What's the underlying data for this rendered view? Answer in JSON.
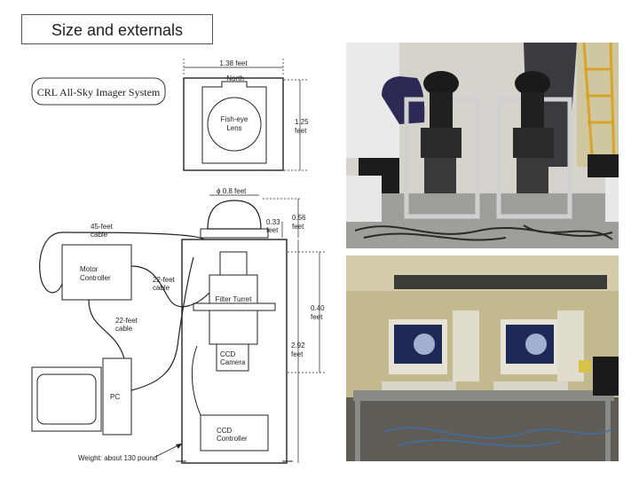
{
  "slide": {
    "title": "Size and externals"
  },
  "diagram": {
    "system_label": "CRL All-Sky Imager System",
    "north": "North",
    "width_top": "1.38 feet",
    "fisheye_line1": "Fish-eye",
    "fisheye_line2": "Lens",
    "height_top_line1": "1.25",
    "height_top_line2": "feet",
    "dome_diameter": "ϕ 0.8 feet",
    "dome_h1_line1": "0.33",
    "dome_h1_line2": "feet",
    "dome_h2_line1": "0.56",
    "dome_h2_line2": "feet",
    "cable45_line1": "45-feet",
    "cable45_line2": "cable",
    "motor_line1": "Motor",
    "motor_line2": "Controller",
    "cable22a_line1": "22-feet",
    "cable22a_line2": "cable",
    "cable22b_line1": "22-feet",
    "cable22b_line2": "cable",
    "filter_turret": "Filter Turret",
    "ccd_cam_line1": "CCD",
    "ccd_cam_line2": "Camera",
    "ccd_ctrl_line1": "CCD",
    "ccd_ctrl_line2": "Controller",
    "pc": "PC",
    "height_mid_line1": "0.40",
    "height_mid_line2": "feet",
    "height_total_line1": "2.92",
    "height_total_line2": "feet",
    "weight": "Weight: about 130 pound"
  }
}
